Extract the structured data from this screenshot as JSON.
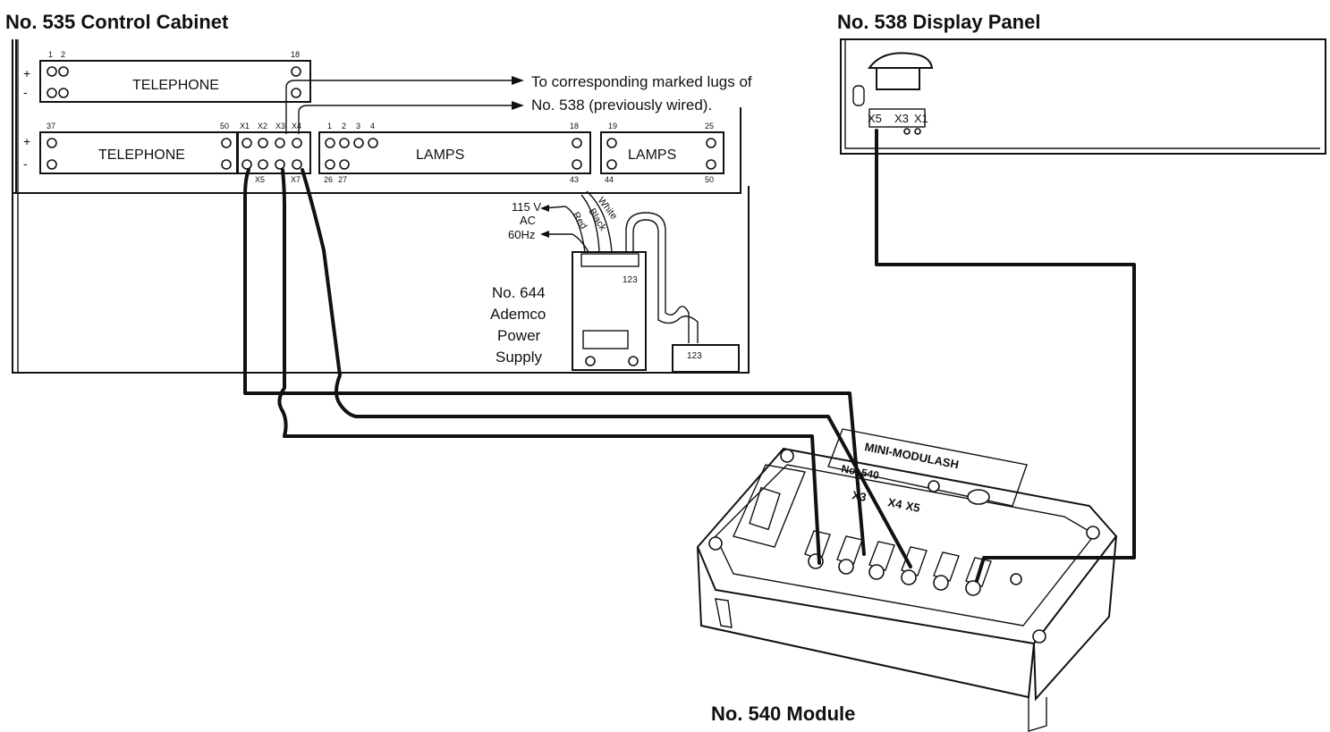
{
  "titles": {
    "cabinet": "No. 535 Control Cabinet",
    "display": "No. 538 Display Panel",
    "module": "No. 540 Module"
  },
  "strips": {
    "telephone_top": "TELEPHONE",
    "telephone_bottom": "TELEPHONE",
    "lamps_left": "LAMPS",
    "lamps_right": "LAMPS"
  },
  "polarity": {
    "plus": "+",
    "minus": "-"
  },
  "numbers": {
    "t1": "1",
    "t2": "2",
    "t18": "18",
    "t37": "37",
    "t50": "50",
    "l1": "1",
    "l2": "2",
    "l3": "3",
    "l4": "4",
    "l18": "18",
    "l26": "26",
    "l27": "27",
    "l43": "43",
    "r19": "19",
    "r25": "25",
    "r44": "44",
    "r50": "50"
  },
  "terminals": {
    "x1": "X1",
    "x2": "X2",
    "x3": "X3",
    "x4": "X4",
    "x5": "X5",
    "x7": "X7"
  },
  "display_terminals": {
    "x5": "X5",
    "x3": "X3",
    "x1": "X1"
  },
  "note": {
    "line1": "To corresponding marked lugs of",
    "line2": "No. 538 (previously wired)."
  },
  "power": {
    "v1": "115 V",
    "v2": "AC",
    "v3": "60Hz",
    "wire_red": "Red",
    "wire_black": "Black",
    "wire_white": "White",
    "term_a": "123",
    "term_b": "123",
    "name1": "No.  644",
    "name2": "Ademco",
    "name3": "Power",
    "name4": "Supply"
  },
  "module_face": {
    "brand": "MINI-MODULASH",
    "model": "No. 540",
    "x3": "X3",
    "x4": "X4",
    "x5": "X5"
  }
}
